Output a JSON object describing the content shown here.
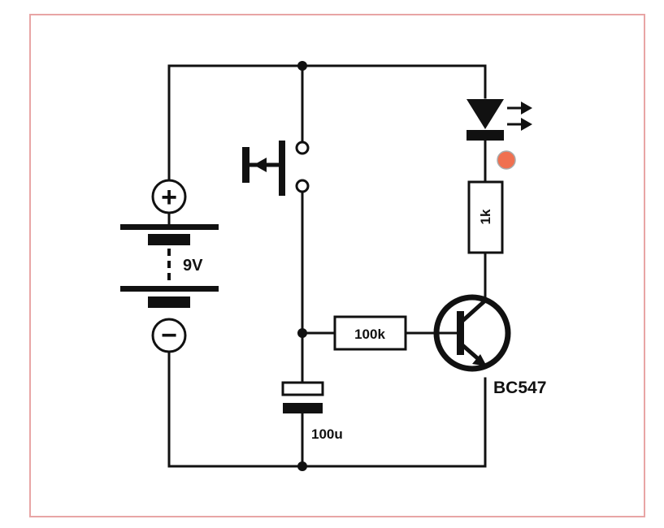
{
  "colors": {
    "frame": "#e8a5a5",
    "wire": "#111111",
    "led_indicator": "#f07050"
  },
  "battery": {
    "label": "9V",
    "plus_symbol": "+",
    "minus_symbol": "−"
  },
  "capacitor": {
    "label": "100u"
  },
  "base_resistor": {
    "label": "100k"
  },
  "led_resistor": {
    "label": "1k"
  },
  "transistor": {
    "label": "BC547"
  }
}
